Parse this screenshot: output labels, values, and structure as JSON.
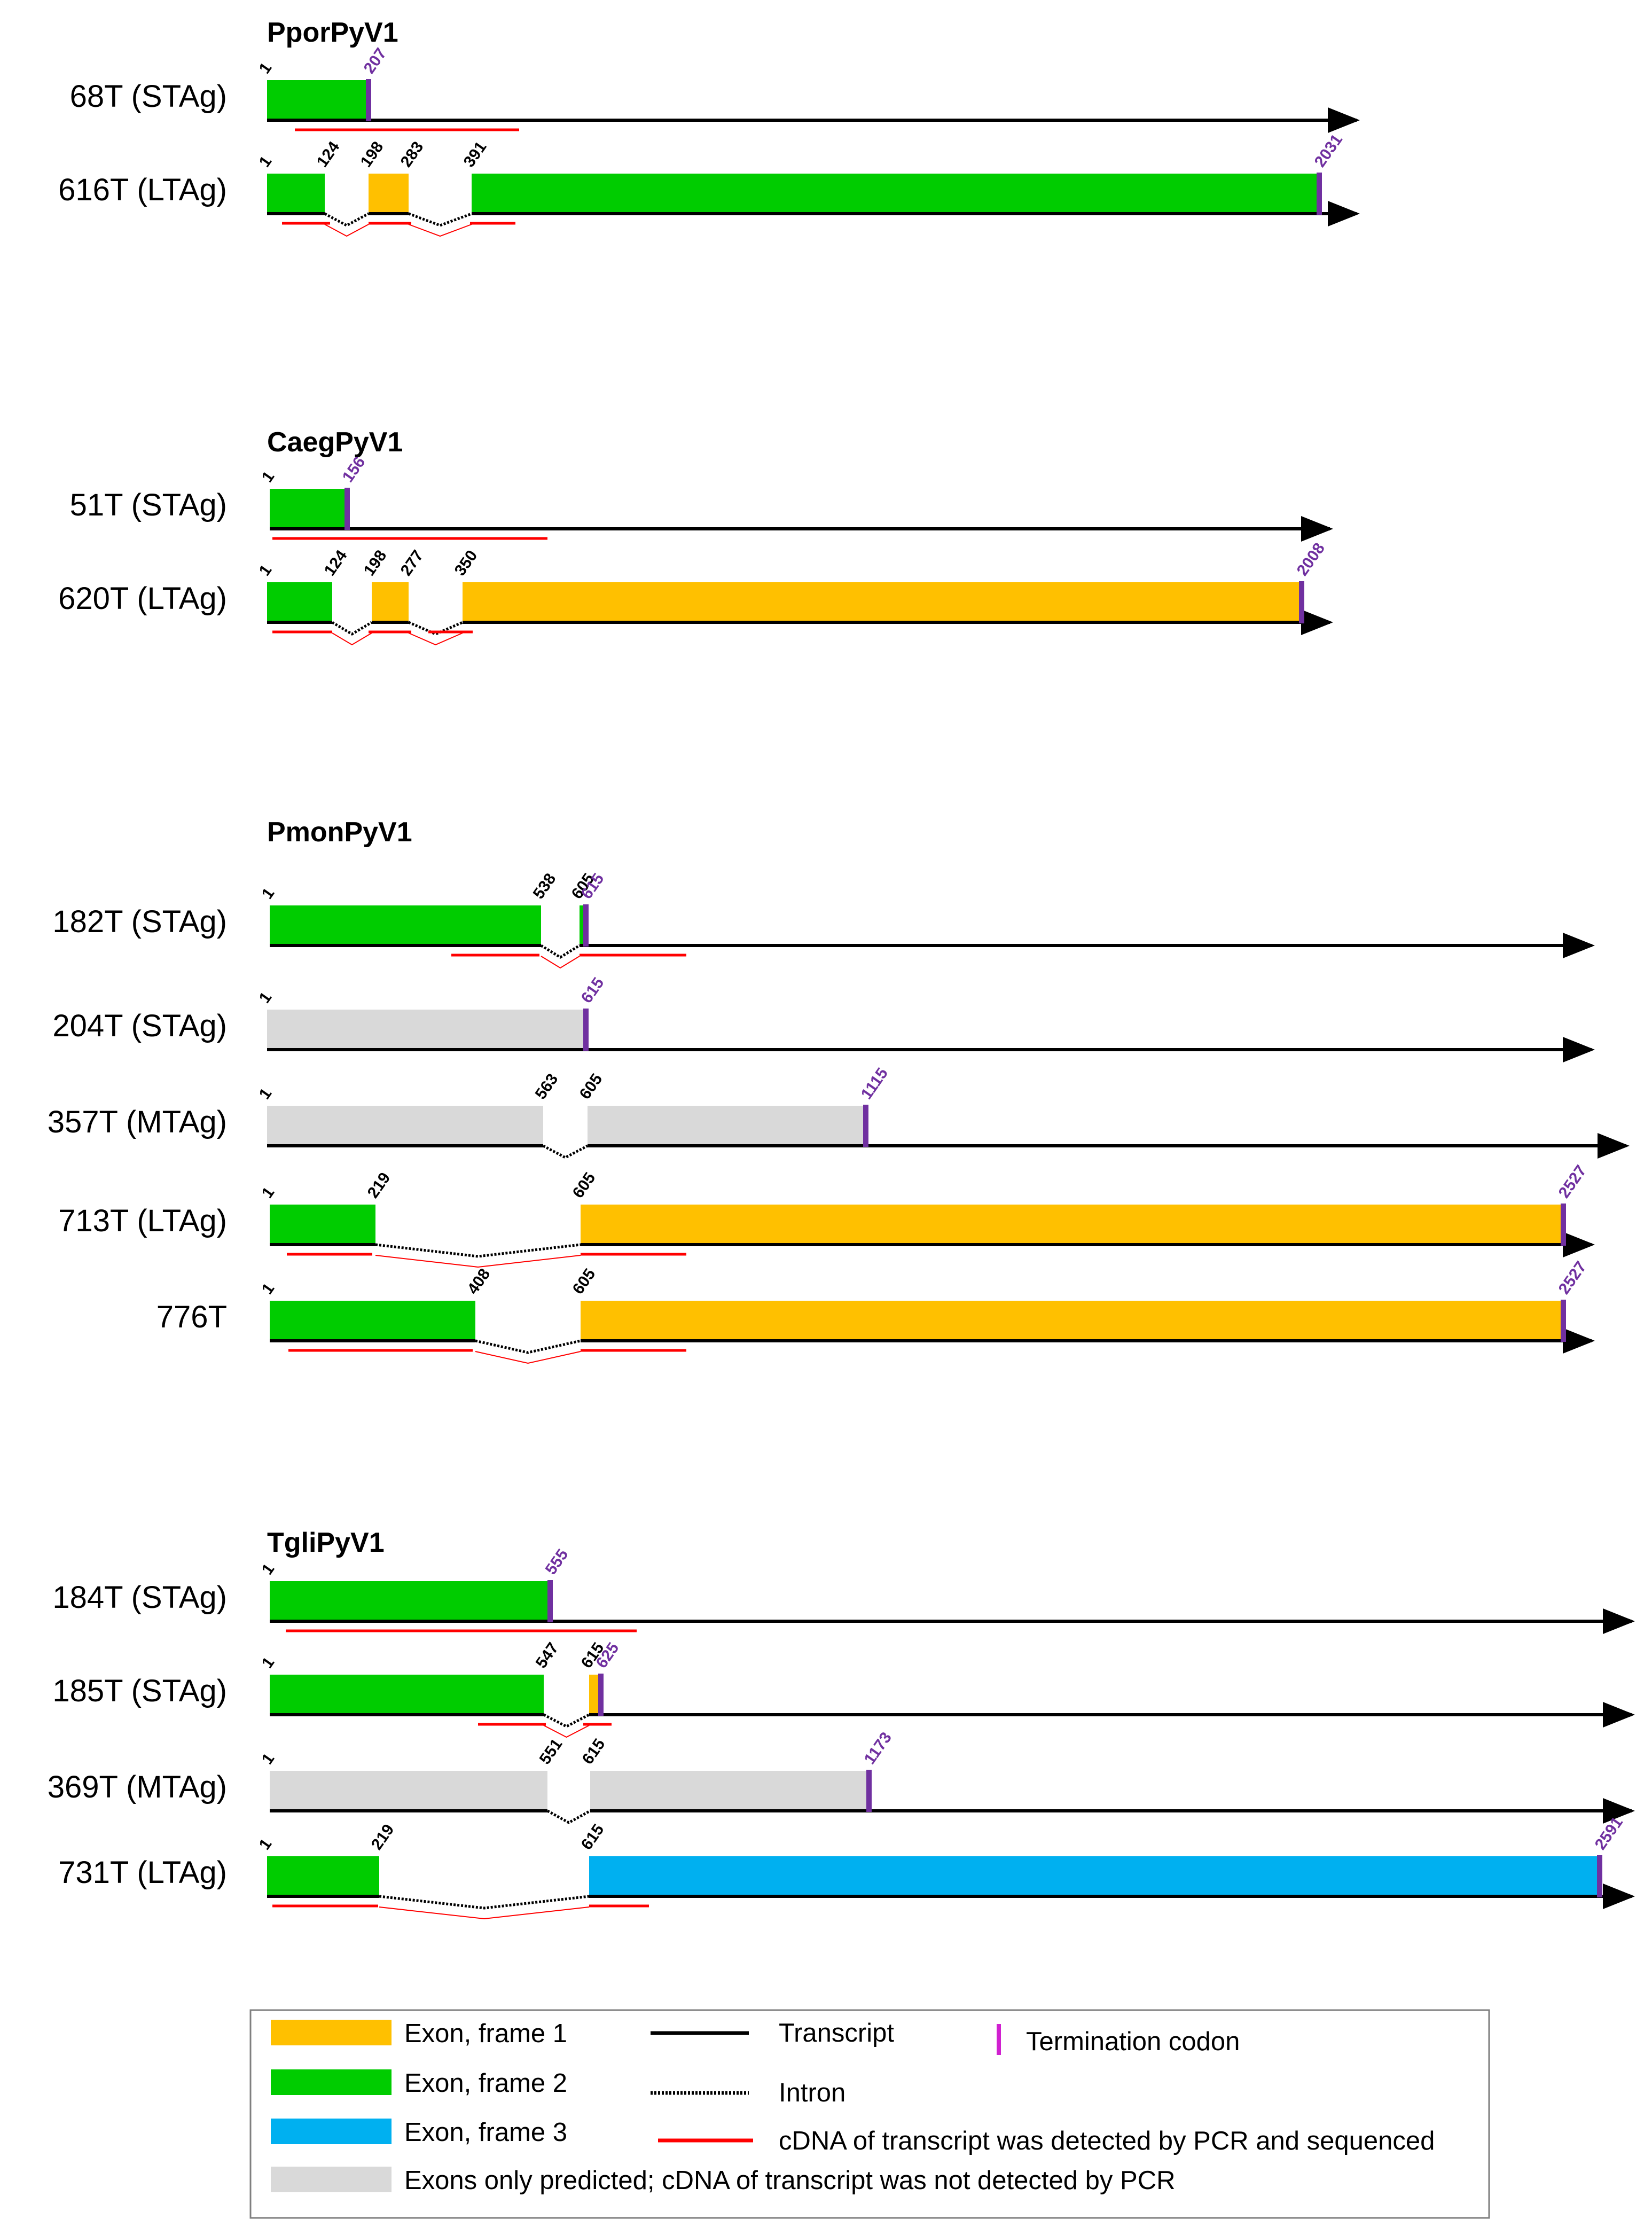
{
  "colors": {
    "frame1": "#ffc000",
    "frame2": "#00cc00",
    "frame3": "#00b0f0",
    "predicted": "#d9d9d9",
    "transcript": "#000000",
    "pcr": "#ff0000",
    "stop": "#7030a0",
    "stop_legend": "#d020d0"
  },
  "groups": [
    {
      "name": "PporPyV1",
      "transcripts": [
        {
          "label": "68T (STAg)",
          "exons": [
            {
              "s": 1,
              "e": 207,
              "f": "frame2"
            }
          ],
          "stop": 207,
          "marks": [
            {
              "v": "1",
              "p": 1
            },
            {
              "v": "207",
              "p": 207,
              "stop": true
            }
          ]
        },
        {
          "label": "616T (LTAg)",
          "exons": [
            {
              "s": 1,
              "e": 124,
              "f": "frame2"
            },
            {
              "s": 198,
              "e": 283,
              "f": "frame1"
            },
            {
              "s": 391,
              "e": 2031,
              "f": "frame2"
            }
          ],
          "stop": 2031,
          "marks": [
            {
              "v": "1",
              "p": 1
            },
            {
              "v": "124",
              "p": 124
            },
            {
              "v": "198",
              "p": 198
            },
            {
              "v": "283",
              "p": 283
            },
            {
              "v": "391",
              "p": 391
            },
            {
              "v": "2031",
              "p": 2031,
              "stop": true
            }
          ]
        }
      ]
    },
    {
      "name": "CaegPyV1",
      "transcripts": [
        {
          "label": "51T (STAg)",
          "exons": [
            {
              "s": 1,
              "e": 156,
              "f": "frame2"
            }
          ],
          "stop": 156,
          "marks": [
            {
              "v": "1",
              "p": 1
            },
            {
              "v": "156",
              "p": 156,
              "stop": true
            }
          ]
        },
        {
          "label": "620T (LTAg)",
          "exons": [
            {
              "s": 1,
              "e": 124,
              "f": "frame2"
            },
            {
              "s": 198,
              "e": 277,
              "f": "frame1"
            },
            {
              "s": 350,
              "e": 2008,
              "f": "frame1"
            }
          ],
          "stop": 2008,
          "marks": [
            {
              "v": "1",
              "p": 1
            },
            {
              "v": "124",
              "p": 124
            },
            {
              "v": "198",
              "p": 198
            },
            {
              "v": "277",
              "p": 277
            },
            {
              "v": "350",
              "p": 350
            },
            {
              "v": "2008",
              "p": 2008,
              "stop": true
            }
          ]
        }
      ]
    },
    {
      "name": "PmonPyV1",
      "transcripts": [
        {
          "label": "182T (STAg)",
          "exons": [
            {
              "s": 1,
              "e": 538,
              "f": "frame2"
            },
            {
              "s": 605,
              "e": 615,
              "f": "frame2"
            }
          ],
          "stop": 615,
          "marks": [
            {
              "v": "1",
              "p": 1
            },
            {
              "v": "538",
              "p": 538
            },
            {
              "v": "605",
              "p": 605
            },
            {
              "v": "615",
              "p": 615,
              "stop": true
            }
          ]
        },
        {
          "label": "204T (STAg)",
          "exons": [
            {
              "s": 1,
              "e": 615,
              "f": "predicted"
            }
          ],
          "stop": 615,
          "marks": [
            {
              "v": "1",
              "p": 1
            },
            {
              "v": "615",
              "p": 615,
              "stop": true
            }
          ]
        },
        {
          "label": "357T (MTAg)",
          "exons": [
            {
              "s": 1,
              "e": 563,
              "f": "predicted"
            },
            {
              "s": 605,
              "e": 1115,
              "f": "predicted"
            }
          ],
          "stop": 1115,
          "marks": [
            {
              "v": "1",
              "p": 1
            },
            {
              "v": "563",
              "p": 563
            },
            {
              "v": "605",
              "p": 605
            },
            {
              "v": "1115",
              "p": 1115,
              "stop": true
            }
          ]
        },
        {
          "label": "713T (LTAg)",
          "exons": [
            {
              "s": 1,
              "e": 219,
              "f": "frame2"
            },
            {
              "s": 605,
              "e": 2527,
              "f": "frame1"
            }
          ],
          "stop": 2527,
          "marks": [
            {
              "v": "1",
              "p": 1
            },
            {
              "v": "219",
              "p": 219
            },
            {
              "v": "605",
              "p": 605
            },
            {
              "v": "2527",
              "p": 2527,
              "stop": true
            }
          ]
        },
        {
          "label": "776T",
          "exons": [
            {
              "s": 1,
              "e": 408,
              "f": "frame2"
            },
            {
              "s": 605,
              "e": 2527,
              "f": "frame1"
            }
          ],
          "stop": 2527,
          "marks": [
            {
              "v": "1",
              "p": 1
            },
            {
              "v": "408",
              "p": 408
            },
            {
              "v": "605",
              "p": 605
            },
            {
              "v": "2527",
              "p": 2527,
              "stop": true
            }
          ]
        }
      ]
    },
    {
      "name": "TgliPyV1",
      "transcripts": [
        {
          "label": "184T (STAg)",
          "exons": [
            {
              "s": 1,
              "e": 555,
              "f": "frame2"
            }
          ],
          "stop": 555,
          "marks": [
            {
              "v": "1",
              "p": 1
            },
            {
              "v": "555",
              "p": 555,
              "stop": true
            }
          ]
        },
        {
          "label": "185T (STAg)",
          "exons": [
            {
              "s": 1,
              "e": 547,
              "f": "frame2"
            },
            {
              "s": 615,
              "e": 625,
              "f": "frame1"
            }
          ],
          "stop": 625,
          "marks": [
            {
              "v": "1",
              "p": 1
            },
            {
              "v": "547",
              "p": 547
            },
            {
              "v": "615",
              "p": 615
            },
            {
              "v": "625",
              "p": 625,
              "stop": true
            }
          ]
        },
        {
          "label": "369T (MTAg)",
          "exons": [
            {
              "s": 1,
              "e": 551,
              "f": "predicted"
            },
            {
              "s": 615,
              "e": 1173,
              "f": "predicted"
            }
          ],
          "stop": 1173,
          "marks": [
            {
              "v": "1",
              "p": 1
            },
            {
              "v": "551",
              "p": 551
            },
            {
              "v": "615",
              "p": 615
            },
            {
              "v": "1173",
              "p": 1173,
              "stop": true
            }
          ]
        },
        {
          "label": "731T (LTAg)",
          "exons": [
            {
              "s": 1,
              "e": 219,
              "f": "frame2"
            },
            {
              "s": 615,
              "e": 2591,
              "f": "frame3"
            }
          ],
          "stop": 2591,
          "marks": [
            {
              "v": "1",
              "p": 1
            },
            {
              "v": "219",
              "p": 219
            },
            {
              "v": "615",
              "p": 615
            },
            {
              "v": "2591",
              "p": 2591,
              "stop": true
            }
          ]
        }
      ]
    }
  ],
  "legend": {
    "frame1": "Exon, frame 1",
    "frame2": "Exon, frame 2",
    "frame3": "Exon, frame 3",
    "predicted": "Exons only predicted; cDNA of transcript was not detected by PCR",
    "transcript": "Transcript",
    "intron": "Intron",
    "pcr": "cDNA of transcript was detected by PCR and sequenced",
    "stop": "Termination codon"
  }
}
